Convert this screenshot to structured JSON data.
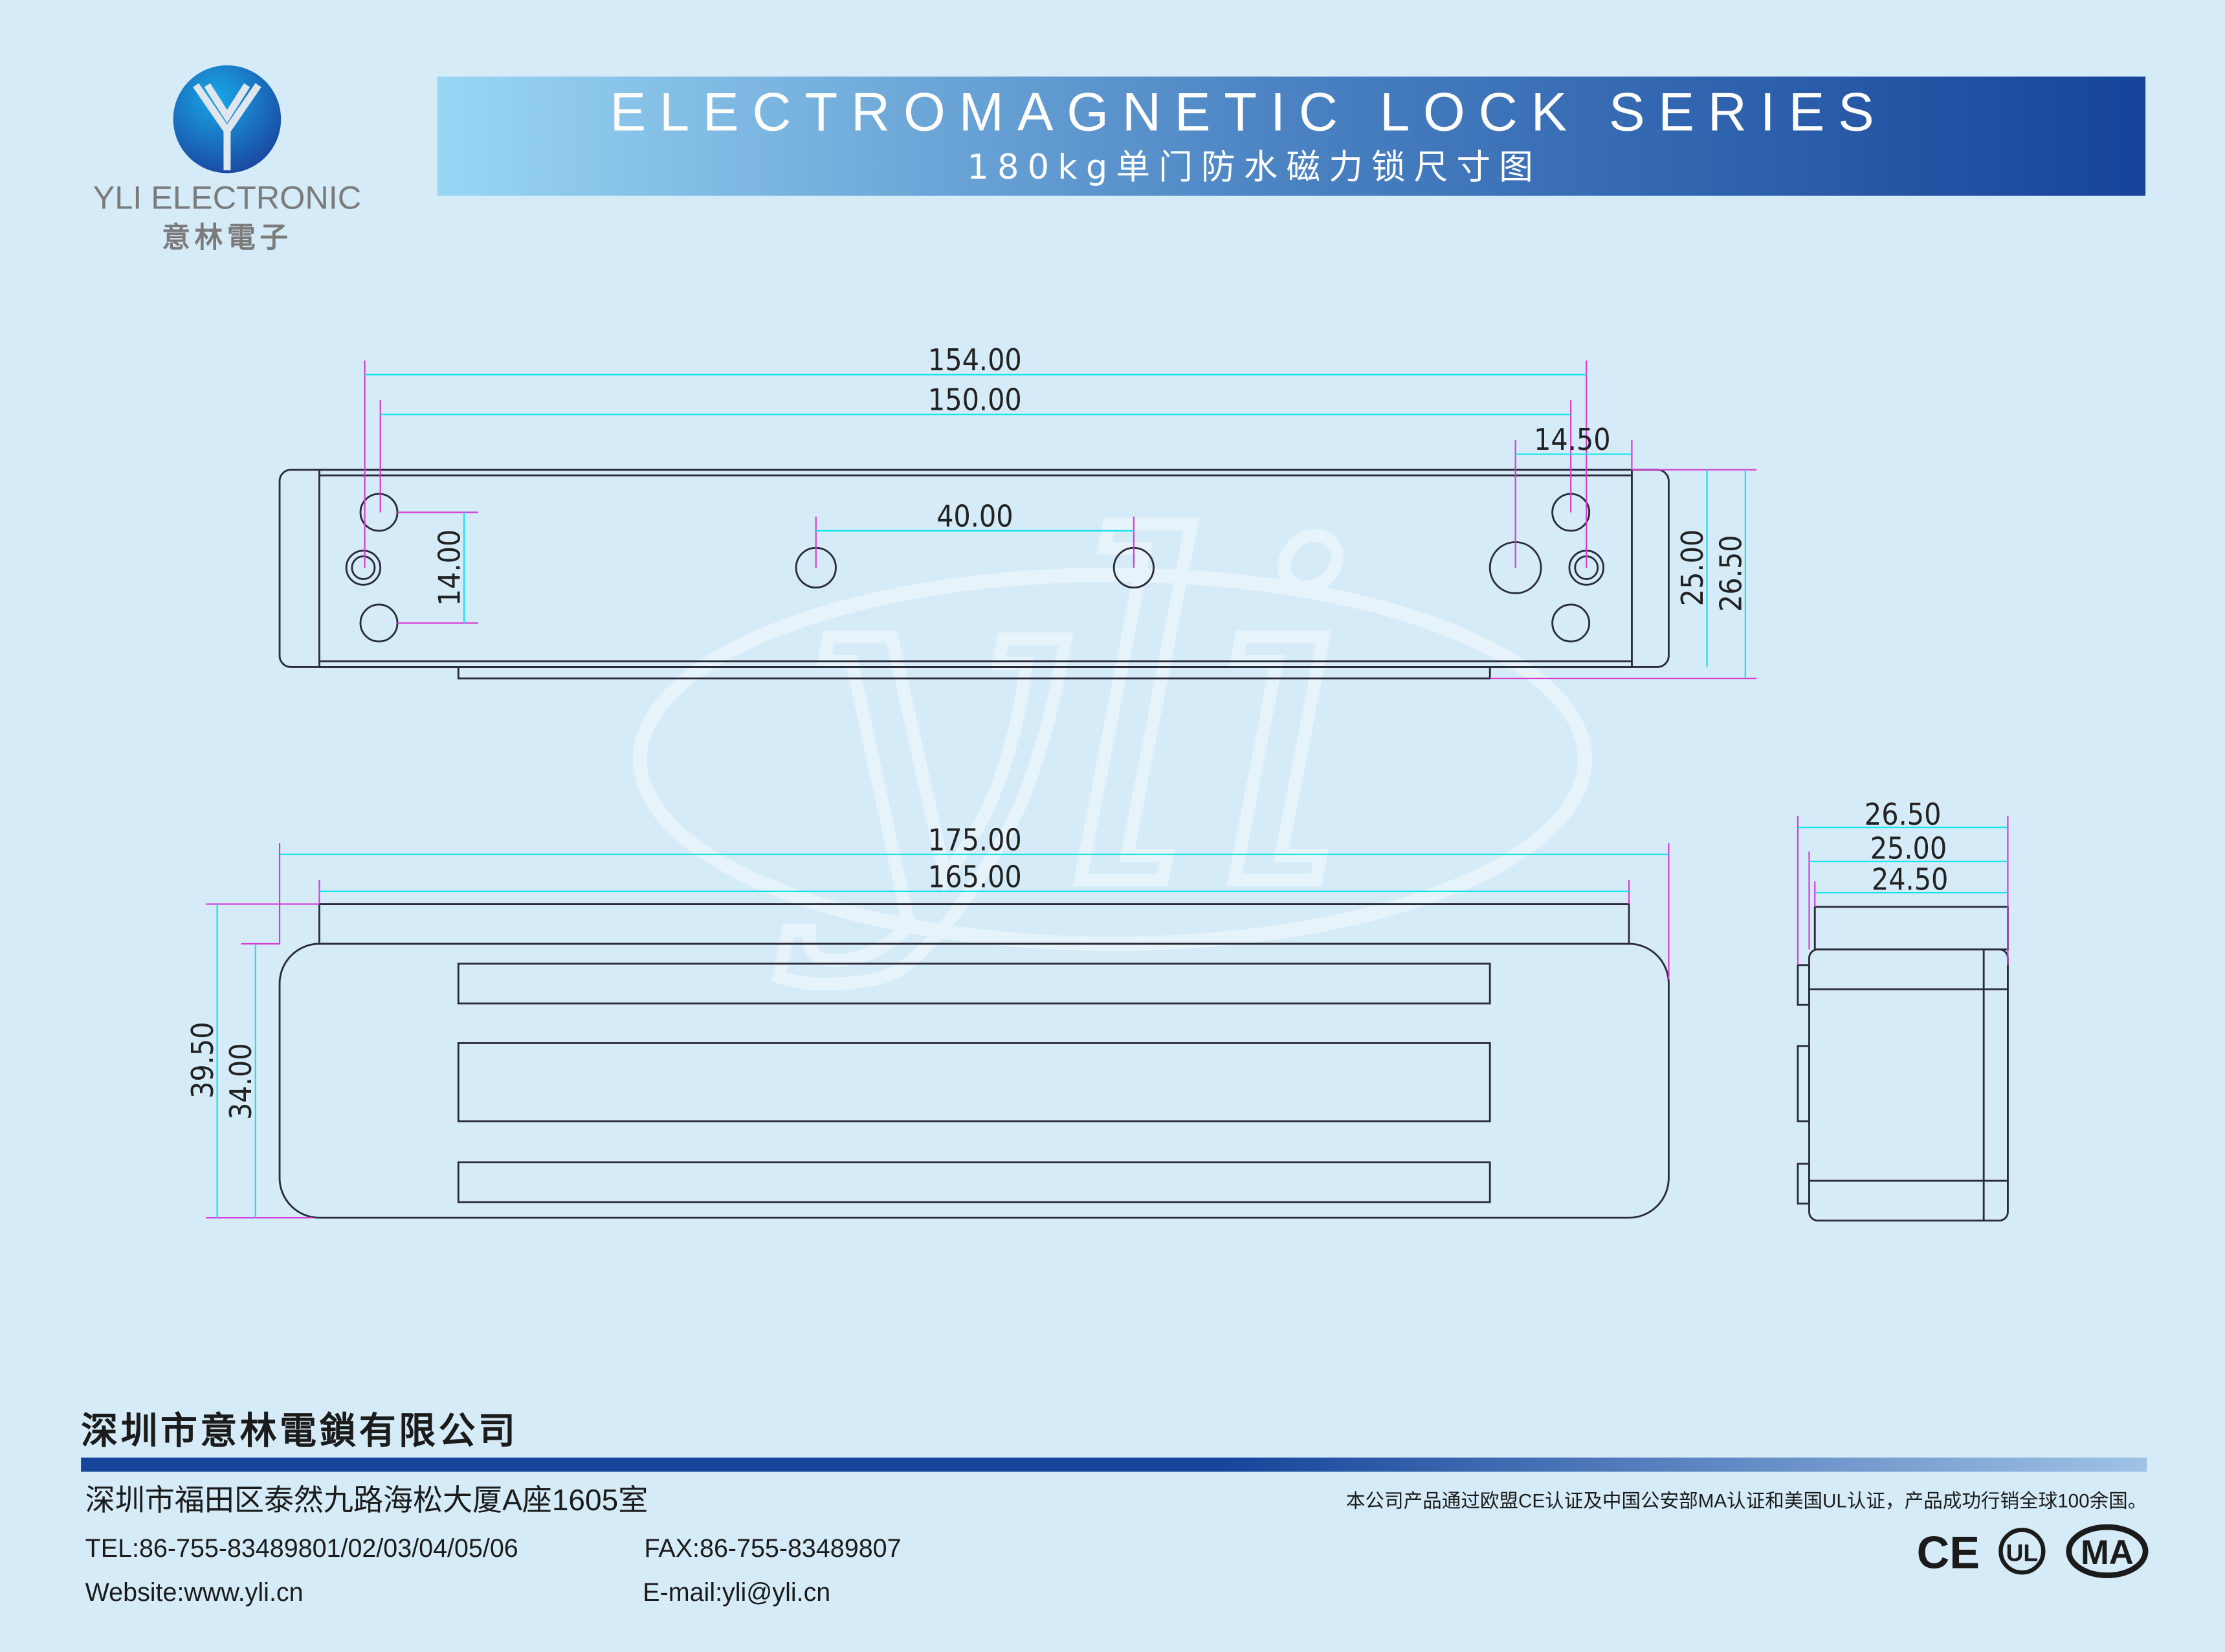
{
  "logo": {
    "name": "YLI ELECTRONIC",
    "chinese": "意林電子"
  },
  "header": {
    "title": "ELECTROMAGNETIC LOCK SERIES",
    "subtitle": "180kg单门防水磁力锁尺寸图"
  },
  "watermark": "yli",
  "dimensions": {
    "top_view": {
      "overall": "154.00",
      "hole_span": "150.00",
      "end_offset": "14.50",
      "center_holes": "40.00",
      "hole_vertical": "14.00",
      "height_inner": "25.00",
      "height_outer": "26.50"
    },
    "front_view": {
      "overall": "175.00",
      "plate": "165.00",
      "height_total": "39.50",
      "height_body": "34.00"
    },
    "side_view": {
      "width_outer": "26.50",
      "width_mid": "25.00",
      "width_inner": "24.50"
    }
  },
  "footer": {
    "company": "深圳市意林電鎖有限公司",
    "address": "深圳市福田区泰然九路海松大厦A座1605室",
    "tel": "TEL:86-755-83489801/02/03/04/05/06",
    "fax": "FAX:86-755-83489807",
    "website": "Website:www.yli.cn",
    "email": "E-mail:yli@yli.cn",
    "certification": "本公司产品通过欧盟CE认证及中国公安部MA认证和美国UL认证，产品成功行销全球100余国。",
    "cert_logos": [
      "CE",
      "UL",
      "MA"
    ]
  },
  "colors": {
    "background": "#d5ebf8",
    "banner_dark": "#15449a",
    "banner_light": "#9ad6f4",
    "dimension": "#12e4ee",
    "extension": "#d63ad6"
  }
}
